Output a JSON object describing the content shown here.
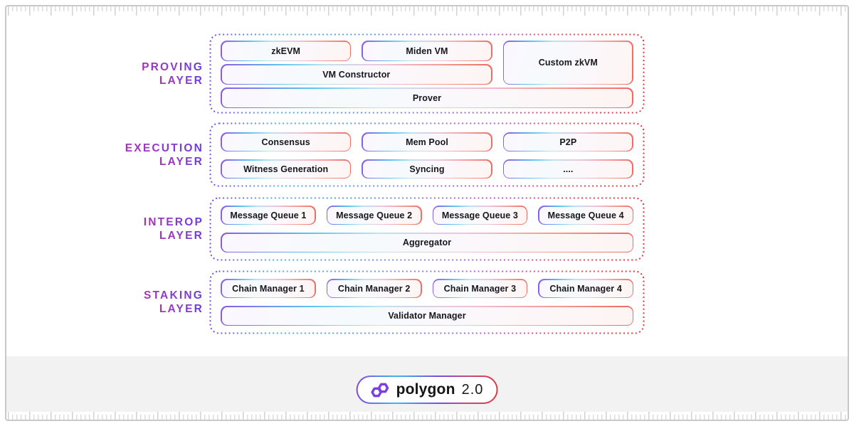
{
  "diagram": {
    "layers": [
      {
        "name": "proving",
        "label": [
          "PROVING",
          "LAYER"
        ],
        "boxes": [
          "zkEVM",
          "Miden VM",
          "Custom zkVM",
          "VM Constructor",
          "Prover"
        ]
      },
      {
        "name": "execution",
        "label": [
          "EXECUTION",
          "LAYER"
        ],
        "boxes": [
          "Consensus",
          "Mem Pool",
          "P2P",
          "Witness Generation",
          "Syncing",
          "...."
        ]
      },
      {
        "name": "interop",
        "label": [
          "INTEROP",
          "LAYER"
        ],
        "boxes": [
          "Message Queue 1",
          "Message Queue 2",
          "Message Queue 3",
          "Message Queue 4",
          "Aggregator"
        ]
      },
      {
        "name": "staking",
        "label": [
          "STAKING",
          "LAYER"
        ],
        "boxes": [
          "Chain Manager 1",
          "Chain Manager 2",
          "Chain Manager 3",
          "Chain Manager 4",
          "Validator Manager"
        ]
      }
    ]
  },
  "footer": {
    "brand": "polygon",
    "version": "2.0",
    "icon": "polygon-logo-icon"
  },
  "colors": {
    "label_gradient_start": "#a832b4",
    "label_gradient_end": "#6a3ae0",
    "box_border_purple": "#8a5ae8",
    "box_border_cyan": "#5ec6ee",
    "box_border_red": "#ee6a62",
    "container_border_purple": "#7c4ce2",
    "container_border_red": "#de3838",
    "brand_purple": "#7b3fe4",
    "footer_background": "#f2f2f3"
  }
}
